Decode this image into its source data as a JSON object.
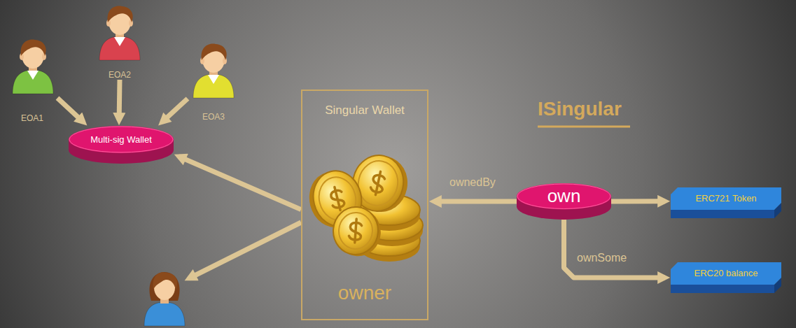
{
  "diagram": {
    "nodes": [
      {
        "text": [
          "EOA1"
        ]
      },
      {
        "text": [
          "EOA2"
        ]
      },
      {
        "text": [
          "EOA3"
        ]
      },
      {
        "text": [
          "Multi-sig Wallet"
        ]
      },
      {
        "text": [
          "Singular Wallet",
          "owner"
        ]
      },
      {
        "text": [
          "own"
        ]
      },
      {
        "text": [
          "ERC721 Token"
        ]
      },
      {
        "text": [
          "ERC20 balance"
        ]
      }
    ],
    "edges": [
      {
        "from": 0,
        "to": 3,
        "arrow": "to"
      },
      {
        "from": 1,
        "to": 3,
        "arrow": "to"
      },
      {
        "from": 2,
        "to": 3,
        "arrow": "to"
      },
      {
        "from": 4,
        "to": 3,
        "arrow": "to"
      },
      {
        "from": 5,
        "to": 4,
        "label": "ownedBy",
        "arrow": "to"
      },
      {
        "from": 5,
        "to": 6,
        "arrow": "to"
      },
      {
        "from": 5,
        "to": 7,
        "label": "ownSome",
        "arrow": "to"
      }
    ],
    "labels": [
      "ISingular"
    ]
  }
}
